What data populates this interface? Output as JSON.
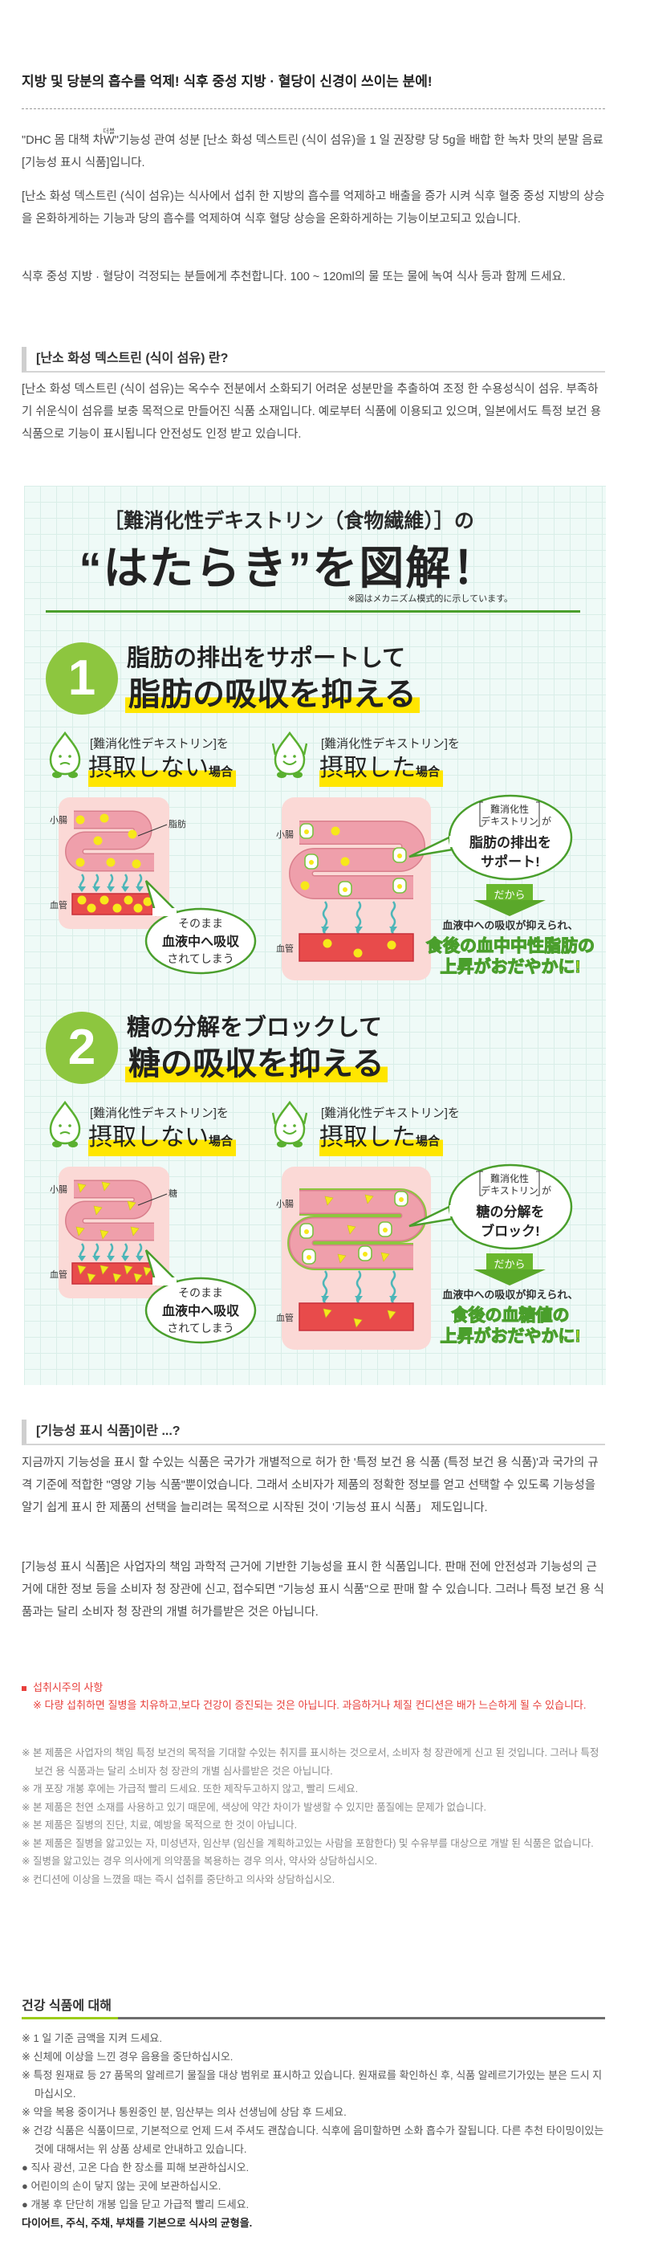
{
  "header": {
    "title": "지방 및 당분의 흡수를 억제! 식후 중성 지방 · 혈당이 신경이 쓰이는 분에!"
  },
  "intro": {
    "p1_before": "\"DHC 몸 대책 차",
    "p1_w": "W",
    "p1_ruby": "더블",
    "p1_after": "\"기능성 관여 성분 [난소 화성 덱스트린 (식이 섬유)을 1 일 권장량 당 5g을 배합 한 녹차 맛의 분말 음료 [기능성 표시 식품]입니다.",
    "p2": "[난소 화성 덱스트린 (식이 섬유)는 식사에서 섭취 한 지방의 흡수를 억제하고 배출을 증가 시켜 식후 혈중 중성 지방의 상승을 온화하게하는 기능과 당의 흡수를 억제하여 식후 혈당 상승을 온화하게하는 기능이보고되고 있습니다.",
    "p3": "식후 중성 지방 · 혈당이 걱정되는 분들에게 추천합니다. 100 ~ 120ml의 물 또는 물에 녹여 식사 등과 함께 드세요."
  },
  "dextrin_section": {
    "heading": "[난소 화성 덱스트린 (식이 섬유) 란?",
    "body": "[난소 화성 덱스트린 (식이 섬유)는 옥수수 전분에서 소화되기 어려운 성분만을 추출하여 조정 한 수용성식이 섬유. 부족하기 쉬운식이 섬유를 보충 목적으로 만들어진 식품 소재입니다. 예로부터 식품에 이용되고 있으며, 일본에서도 특정 보건 용 식품으로 기능이 표시됩니다 안전성도 인정 받고 있습니다."
  },
  "infographic": {
    "title1": "［難消化性デキストリン（食物繊維）］の",
    "title2": "“はたらき”を図解！",
    "note": "※図はメカニズム模式的に示しています。",
    "colors": {
      "green": "#8dc63f",
      "yellow": "#ffe600",
      "pink_box": "#fbd9d6",
      "intestine": "#ec9aa6",
      "vessel": "#e84b4b",
      "arrow": "#4db6b8"
    },
    "sections": [
      {
        "number": "1",
        "heading_line1": "脂肪の排出をサポートして",
        "heading_line2": "脂肪の吸収を抑える",
        "substance_shape": "dot-icon",
        "left": {
          "caption": "[難消化性デキストリン]を",
          "title": "摂取しない",
          "suffix": "場合"
        },
        "right": {
          "caption": "[難消化性デキストリン]を",
          "title": "摂取した",
          "suffix": "場合"
        },
        "label_intestine": "小腸",
        "label_vessel": "血管",
        "label_substance": "脂肪",
        "bubble_left": [
          "そのまま",
          "血液中へ吸収",
          "されてしまう"
        ],
        "bubble_right": [
          "難消化性",
          "デキストリン",
          "が",
          "脂肪の排出を",
          "サポート!"
        ],
        "arrow_label": "だから",
        "result_line": "血液中への吸収が抑えられ、",
        "result_green": [
          "食後の血中中性脂肪の",
          "上昇がおだやかに!"
        ]
      },
      {
        "number": "2",
        "heading_line1": "糖の分解をブロックして",
        "heading_line2": "糖の吸収を抑える",
        "substance_shape": "triangle-icon",
        "left": {
          "caption": "[難消化性デキストリン]を",
          "title": "摂取しない",
          "suffix": "場合"
        },
        "right": {
          "caption": "[難消化性デキストリン]を",
          "title": "摂取した",
          "suffix": "場合"
        },
        "label_intestine": "小腸",
        "label_vessel": "血管",
        "label_substance": "糖",
        "bubble_left": [
          "そのまま",
          "血液中へ吸収",
          "されてしまう"
        ],
        "bubble_right": [
          "難消化性",
          "デキストリン",
          "が",
          "糖の分解を",
          "ブロック!"
        ],
        "arrow_label": "だから",
        "result_line": "血液中への吸収が抑えられ、",
        "result_green": [
          "食後の血糖値の",
          "上昇がおだやかに!"
        ]
      }
    ]
  },
  "functional_section": {
    "heading": "[기능성 표시 식품]이란 ...?",
    "p1": "지금까지 기능성을 표시 할 수있는 식품은 국가가 개별적으로 허가 한 '특정 보건 용 식품 (특정 보건 용 식품)'과 국가의 규격 기준에 적합한 \"영양 기능 식품\"뿐이었습니다. 그래서 소비자가 제품의 정확한 정보를 얻고 선택할 수 있도록 기능성을 알기 쉽게 표시 한 제품의 선택을 늘리려는 목적으로 시작된 것이 '기능성 표시 식품」 제도입니다.",
    "p2": "[기능성 표시 식품]은 사업자의 책임 과학적 근거에 기반한 기능성을 표시 한 식품입니다. 판매 전에 안전성과 기능성의 근거에 대한 정보 등을 소비자 청 장관에 신고, 접수되면 \"기능성 표시 식품\"으로 판매 할 수 있습니다. 그러나 특정 보건 용 식품과는 달리 소비자 청 장관의 개별 허가를받은 것은 아닙니다."
  },
  "caution": {
    "title": "섭취시주의 사항",
    "warning": "※ 다량 섭취하면 질병을 치유하고,보다 건강이 증진되는 것은 아닙니다. 과음하거나 체질 컨디션은 배가 느슨하게 될 수 있습니다.",
    "notes": [
      "※ 본 제품은 사업자의 책임 특정 보건의 목적을 기대할 수있는 취지를 표시하는 것으로서, 소비자 청 장관에게 신고 된 것입니다. 그러나 특정 보건 용 식품과는 달리 소비자 청 장관의 개별 심사를받은 것은 아닙니다.",
      "※ 개 포장 개봉 후에는 가급적 빨리 드세요. 또한 제작두고하지 않고, 빨리 드세요.",
      "※ 본 제품은 천연 소재를 사용하고 있기 때문에, 색상에 약간 차이가 발생할 수 있지만 품질에는 문제가 없습니다.",
      "※ 본 제품은 질병의 진단, 치료, 예방을 목적으로 한 것이 아닙니다.",
      "※ 본 제품은 질병을 앓고있는 자, 미성년자, 임산부 (임신을 계획하고있는 사람을 포함한다) 및 수유부를 대상으로 개발 된 식품은 없습니다.",
      "※ 질병을 앓고있는 경우 의사에게 의약품을 복용하는 경우 의사, 약사와 상담하십시오.",
      "※ 컨디션에 이상을 느꼈을 때는 즉시 섭취를 중단하고 의사와 상담하십시오."
    ]
  },
  "health_food": {
    "heading": "건강 식품에 대해",
    "items": [
      "※ 1 일 기준 금액을 지켜 드세요.",
      "※ 신체에 이상을 느낀 경우 음용을 중단하십시오.",
      "※ 특정 원재료 등 27 품목의 알레르기 물질을 대상 범위로 표시하고 있습니다. 원재료를 확인하신 후, 식품 알레르기가있는 분은 드시 지 마십시오.",
      "※ 약을 복용 중이거나 통원중인 분, 임산부는 의사 선생님에 상담 후 드세요.",
      "※ 건강 식품은 식품이므로, 기본적으로 언제 드셔 주셔도 괜찮습니다. 식후에 음미할하면 소화 흡수가 잘됩니다. 다른 추천 타이밍이있는 것에 대해서는 위 상품 상세로 안내하고 있습니다.",
      "● 직사 광선, 고온 다습 한 장소를 피해 보관하십시오.",
      "● 어린이의 손이 닿지 않는 곳에 보관하십시오.",
      "● 개봉 후 단단히 개봉 입을 닫고 가급적 빨리 드세요."
    ],
    "closing": "다이어트, 주식, 주채, 부채를 기본으로 식사의 균형을."
  }
}
